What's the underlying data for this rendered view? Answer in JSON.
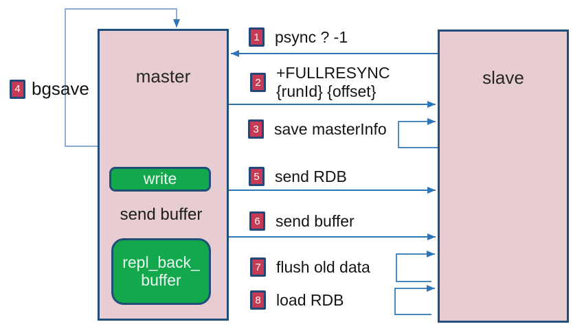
{
  "title": "redis master-slave full resync sequence diagram",
  "nodes": {
    "master": {
      "label": "master"
    },
    "slave": {
      "label": "slave"
    },
    "write_box": {
      "label": "write"
    },
    "repl_back_buffer_box": {
      "label_line1": "repl_back_",
      "label_line2": "buffer"
    },
    "send_buffer_arrow_label": "send buffer"
  },
  "steps": [
    {
      "num": "1",
      "label": "psync ? -1"
    },
    {
      "num": "2",
      "label_line1": "+FULLRESYNC",
      "label_line2": "{runId} {offset}"
    },
    {
      "num": "3",
      "label": "save masterInfo"
    },
    {
      "num": "4",
      "label": "bgsave"
    },
    {
      "num": "5",
      "label": "send RDB"
    },
    {
      "num": "6",
      "label": "send buffer"
    },
    {
      "num": "7",
      "label": "flush old data"
    },
    {
      "num": "8",
      "label": "load RDB"
    }
  ],
  "connections": [
    {
      "step": "1",
      "from": "slave",
      "to": "master",
      "label": "psync ? -1",
      "type": "message"
    },
    {
      "step": "2",
      "from": "master",
      "to": "slave",
      "label": "+FULLRESYNC {runId} {offset}",
      "type": "message"
    },
    {
      "step": "3",
      "on": "slave",
      "label": "save masterInfo",
      "type": "self-loop"
    },
    {
      "step": "4",
      "on": "master",
      "label": "bgsave",
      "type": "self-loop"
    },
    {
      "step": "5",
      "from": "master",
      "to": "slave",
      "label": "send RDB",
      "type": "message"
    },
    {
      "step": "6",
      "from": "master",
      "to": "slave",
      "label": "send buffer",
      "type": "message"
    },
    {
      "step": "7",
      "on": "slave",
      "label": "flush old data",
      "type": "self-loop"
    },
    {
      "step": "8",
      "on": "slave",
      "label": "load RDB",
      "type": "self-loop"
    },
    {
      "from": "write",
      "to": "repl_back_buffer",
      "label": "send buffer",
      "type": "internal-arrow"
    }
  ],
  "palette": {
    "background": "#ffffff",
    "node_fill_pink": "#e7ccd1",
    "node_border_navy": "#1f4e79",
    "green_fill": "#14a84d",
    "badge_red": "#c63a53",
    "arrow_blue": "#2e75b6",
    "loop_light_blue": "#7da0c9",
    "text_dark": "#141414",
    "badge_text": "#ffffff"
  }
}
